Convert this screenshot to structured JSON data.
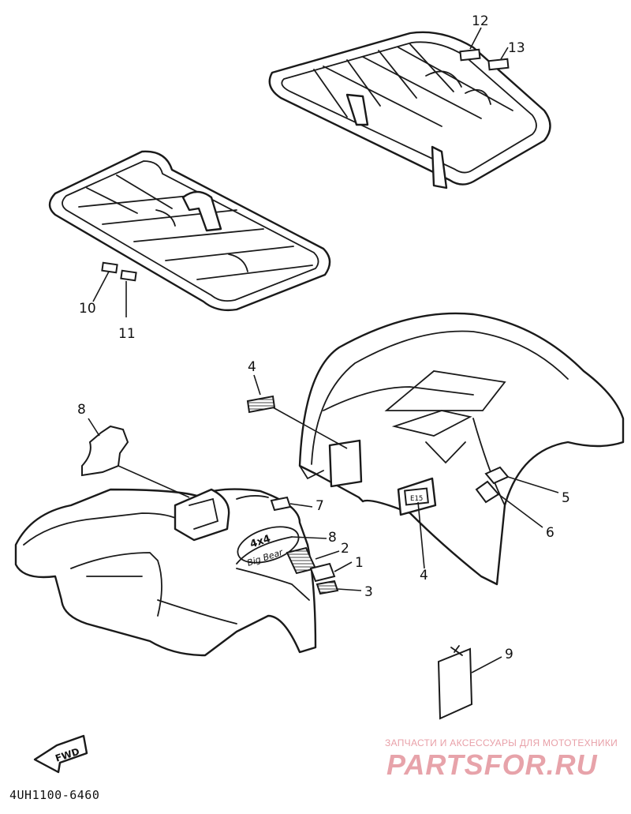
{
  "diagram": {
    "callouts": [
      {
        "id": "c12",
        "label": "12"
      },
      {
        "id": "c13",
        "label": "13"
      },
      {
        "id": "c10",
        "label": "10"
      },
      {
        "id": "c11",
        "label": "11"
      },
      {
        "id": "c4a",
        "label": "4"
      },
      {
        "id": "c8a",
        "label": "8"
      },
      {
        "id": "c7",
        "label": "7"
      },
      {
        "id": "c8b",
        "label": "8"
      },
      {
        "id": "c2",
        "label": "2"
      },
      {
        "id": "c1",
        "label": "1"
      },
      {
        "id": "c3",
        "label": "3"
      },
      {
        "id": "c5",
        "label": "5"
      },
      {
        "id": "c6",
        "label": "6"
      },
      {
        "id": "c4b",
        "label": "4"
      },
      {
        "id": "c9",
        "label": "9"
      }
    ],
    "fwd_arrow_text": "FWD",
    "decal_text_line1": "4x4",
    "decal_text_line2": "Big Bear",
    "part_code": "4UH1100-6460"
  },
  "watermark": {
    "tagline": "ЗАПЧАСТИ И АКСЕССУАРЫ ДЛЯ МОТОТЕХНИКИ",
    "brand": "PARTSFOR.RU",
    "color": "#e7a3aa"
  }
}
